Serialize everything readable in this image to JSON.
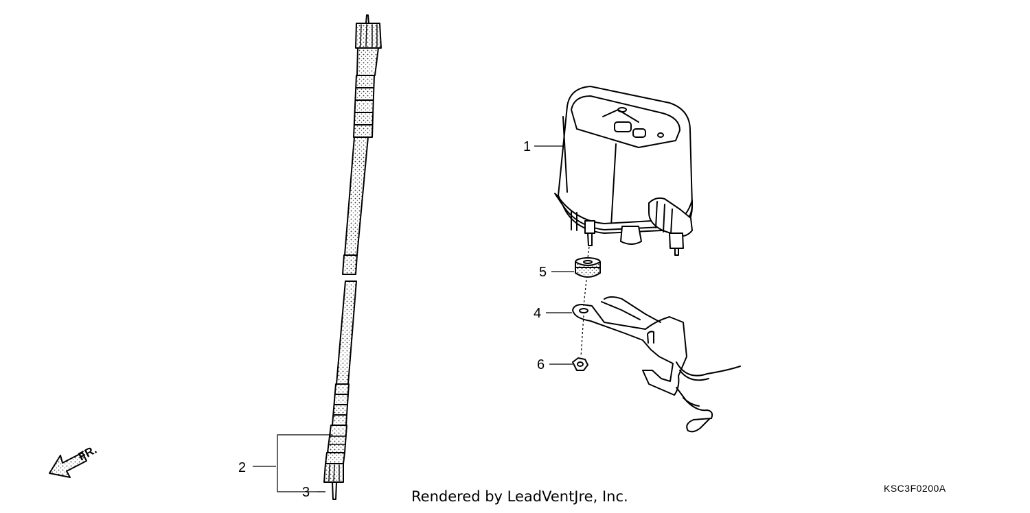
{
  "callouts": {
    "c1": "1",
    "c2": "2",
    "c3": "3",
    "c4": "4",
    "c5": "5",
    "c6": "6"
  },
  "direction_label": "FR.",
  "credit": "Rendered by LeadVentJre, Inc.",
  "diagram_code": "KSC3F0200A",
  "icons": {
    "front_arrow": "front-direction-arrow-icon"
  }
}
